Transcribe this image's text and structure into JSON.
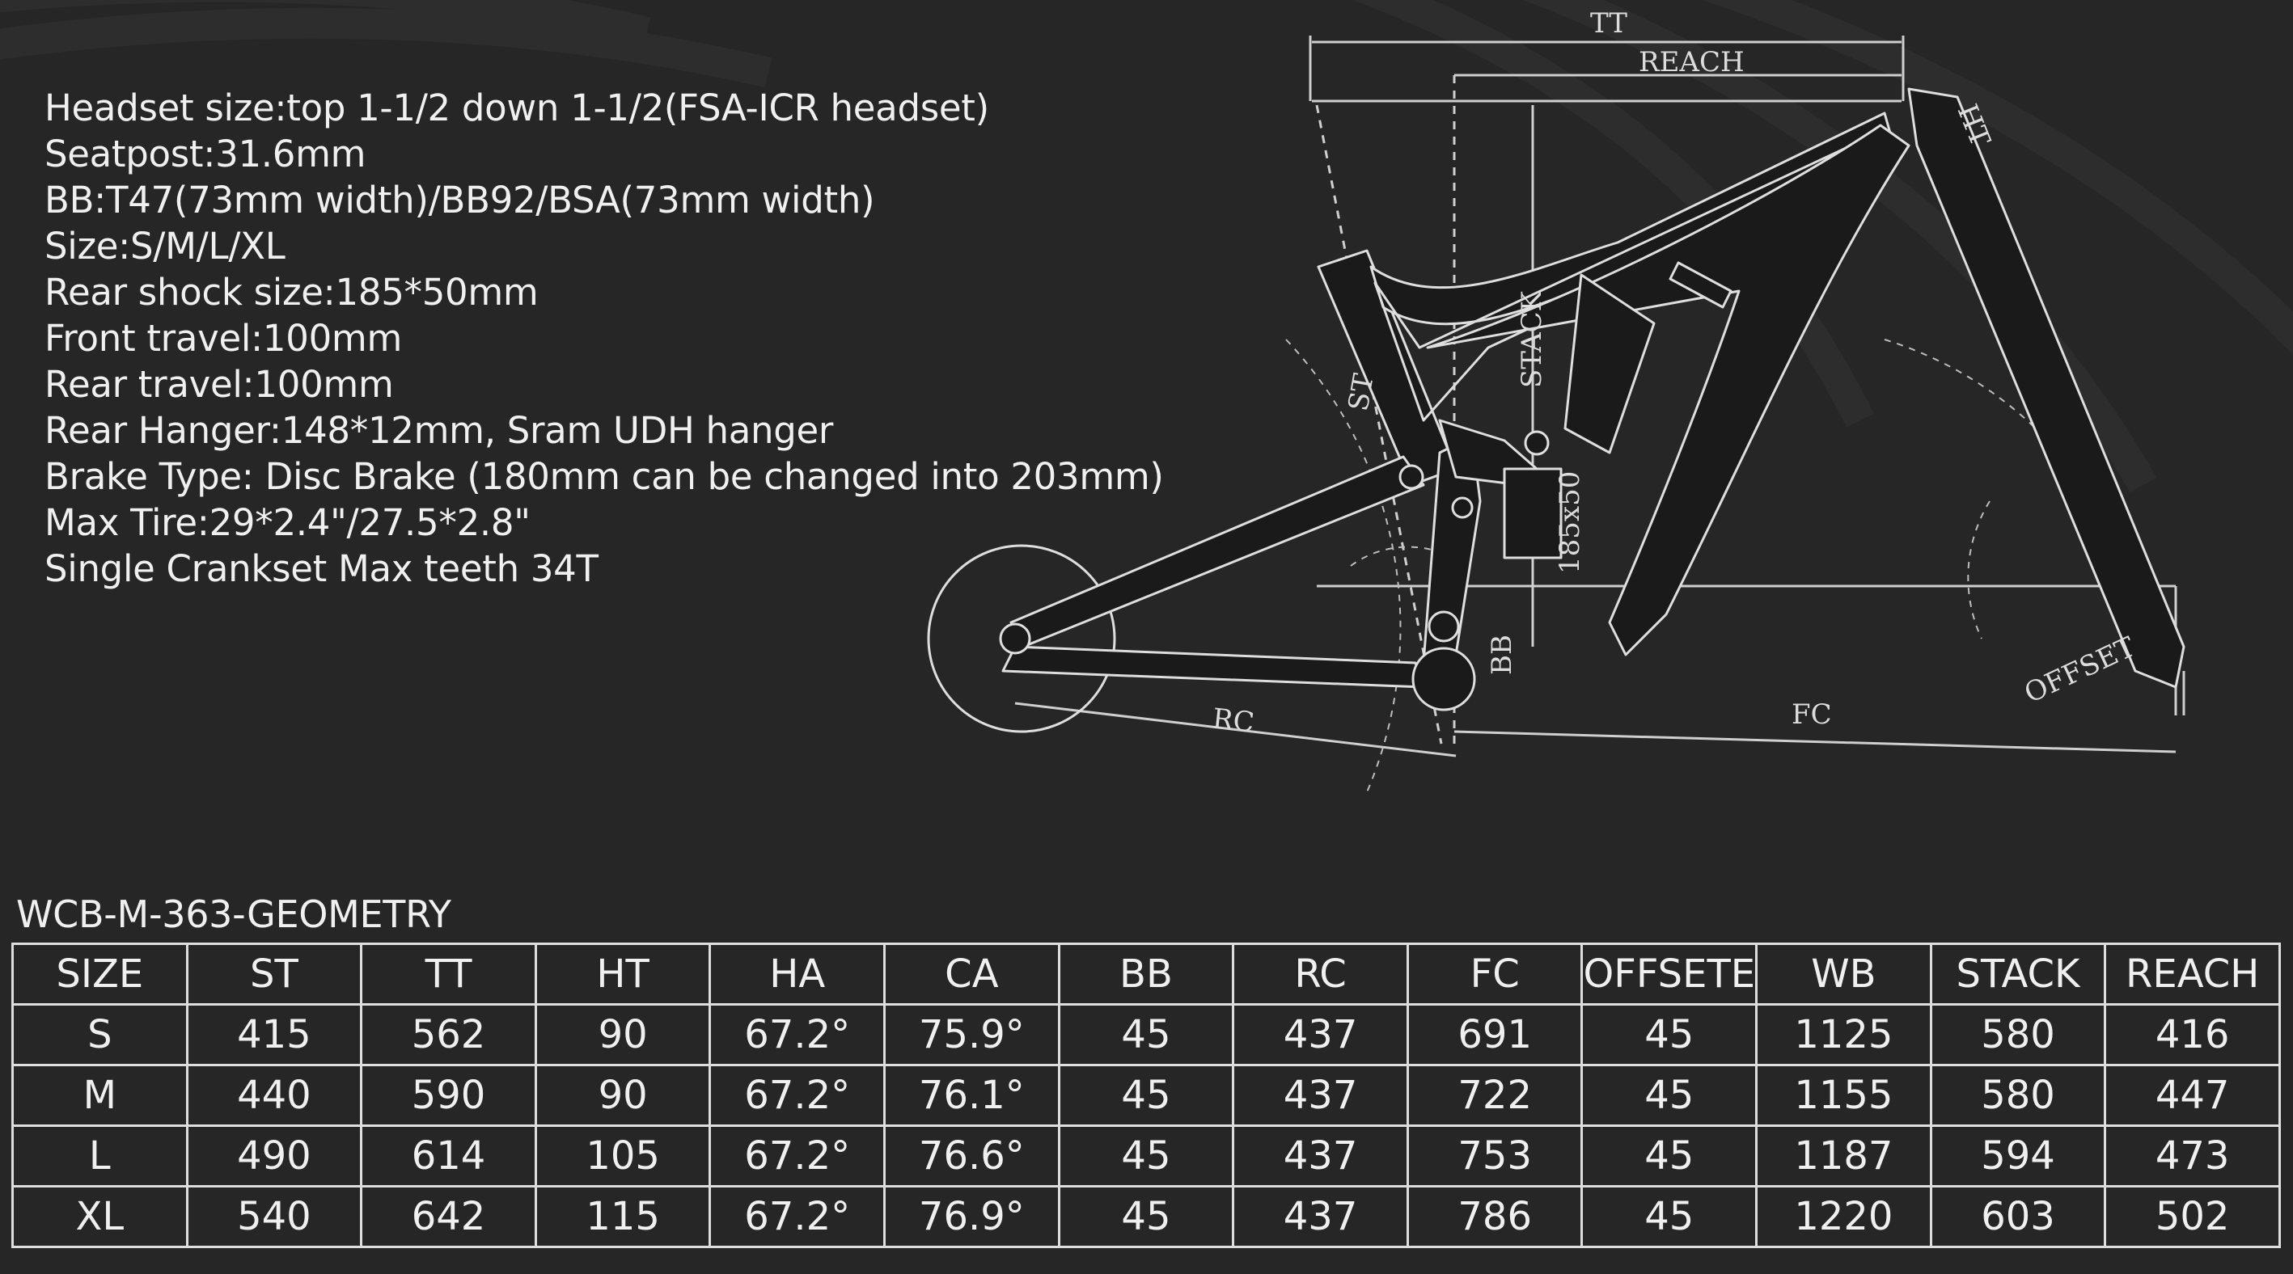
{
  "specs": [
    "Headset size:top 1-1/2 down 1-1/2(FSA-ICR headset)",
    "Seatpost:31.6mm",
    "BB:T47(73mm width)/BB92/BSA(73mm width)",
    "Size:S/M/L/XL",
    "Rear shock size:185*50mm",
    "Front travel:100mm",
    "Rear travel:100mm",
    "Rear Hanger:148*12mm, Sram UDH hanger",
    "Brake Type: Disc Brake (180mm can be changed into 203mm)",
    "Max Tire:29*2.4\"/27.5*2.8\"",
    "Single Crankset Max teeth 34T"
  ],
  "diagram": {
    "tt": "TT",
    "reach": "REACH",
    "ht": "HT",
    "stack": "STACK",
    "st": "ST",
    "shock": "185x50",
    "bb": "BB",
    "rc": "RC",
    "fc": "FC",
    "offset": "OFFSET"
  },
  "table": {
    "title": "WCB-M-363-GEOMETRY",
    "headers": [
      "SIZE",
      "ST",
      "TT",
      "HT",
      "HA",
      "CA",
      "BB",
      "RC",
      "FC",
      "OFFSETE",
      "WB",
      "STACK",
      "REACH"
    ],
    "rows": [
      [
        "S",
        "415",
        "562",
        "90",
        "67.2°",
        "75.9°",
        "45",
        "437",
        "691",
        "45",
        "1125",
        "580",
        "416"
      ],
      [
        "M",
        "440",
        "590",
        "90",
        "67.2°",
        "76.1°",
        "45",
        "437",
        "722",
        "45",
        "1155",
        "580",
        "447"
      ],
      [
        "L",
        "490",
        "614",
        "105",
        "67.2°",
        "76.6°",
        "45",
        "437",
        "753",
        "45",
        "1187",
        "594",
        "473"
      ],
      [
        "XL",
        "540",
        "642",
        "115",
        "67.2°",
        "76.9°",
        "45",
        "437",
        "786",
        "45",
        "1220",
        "603",
        "502"
      ]
    ]
  },
  "colors": {
    "background": "#262626",
    "text": "#f0f0f0",
    "lines": "#dedede",
    "frame": "#1a1a1a"
  }
}
